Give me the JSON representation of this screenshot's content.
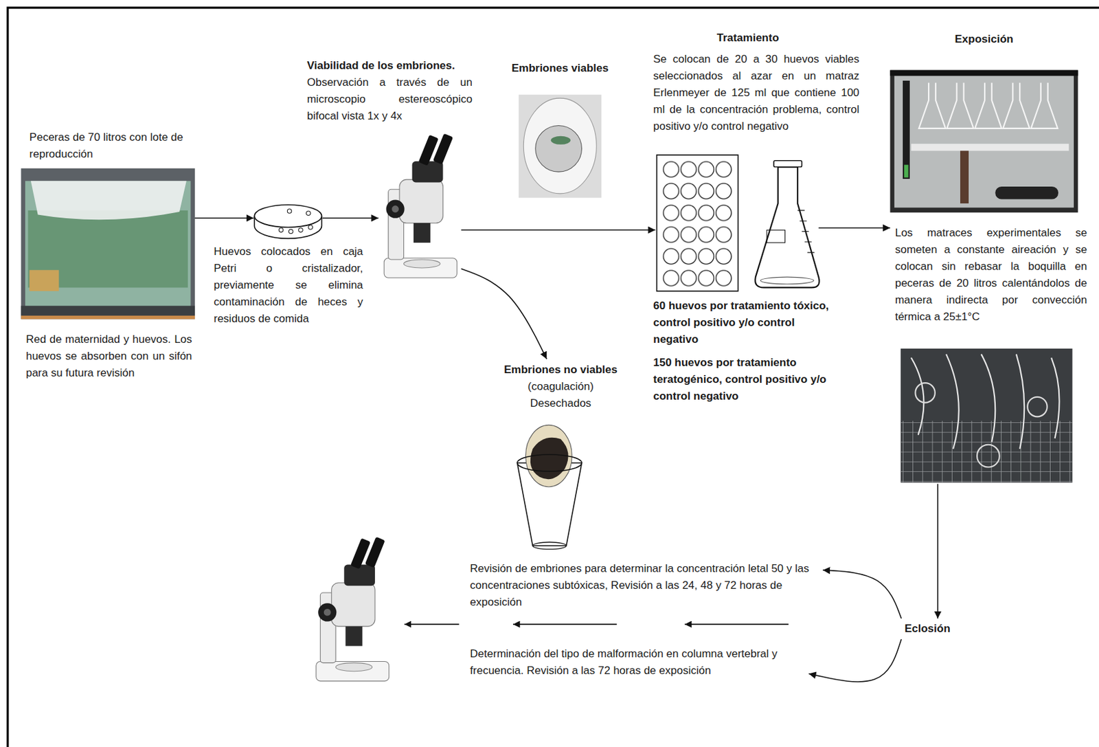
{
  "diagram": {
    "nodes": [
      {
        "text": [
          "Peceras de 70 litros con lote de reproducción",
          "Red de maternidad y huevos. Los huevos se absorben con un sifón para su futura revisión"
        ]
      },
      {
        "text": [
          "Huevos colocados en caja Petri o cristalizador, previamente se elimina contaminación de heces y residuos de comida"
        ]
      },
      {
        "text": [
          "Viabilidad de los embriones.",
          "Observación a través de un microscopio estereoscópico bifocal vista 1x y 4x"
        ]
      },
      {
        "text": [
          "Embriones viables"
        ]
      },
      {
        "text": [
          "Embriones no viables",
          "(coagulación)",
          "Desechados"
        ]
      },
      {
        "text": [
          "Tratamiento",
          "Se colocan de 20 a 30 huevos viables seleccionados al azar en un matraz Erlenmeyer de 125 ml que contiene 100 ml de la concentración problema, control positivo y/o control negativo",
          "60 huevos por tratamiento tóxico, control positivo y/o control negativo",
          "150 huevos por tratamiento teratogénico, control positivo y/o control negativo"
        ]
      },
      {
        "text": [
          "Exposición",
          "Los matraces experimentales se someten a constante aireación y se colocan sin rebasar la boquilla en peceras de 20 litros calentándolos de manera indirecta por convección térmica a 25±1°C"
        ]
      },
      {
        "text": [
          "Eclosión"
        ]
      },
      {
        "text": [
          "Revisión de embriones para determinar la concentración letal 50 y las concentraciones subtóxicas, Revisión a las 24, 48 y 72 horas de exposición"
        ]
      },
      {
        "text": [
          "Determinación del tipo de malformación en columna vertebral y frecuencia. Revisión a las 72 horas de exposición"
        ]
      }
    ],
    "edges": [
      {
        "from": 0,
        "to": 1,
        "arrow": "to"
      },
      {
        "from": 1,
        "to": 2,
        "arrow": "to"
      },
      {
        "from": 2,
        "to": 5,
        "arrow": "to"
      },
      {
        "from": 2,
        "to": 4,
        "arrow": "to"
      },
      {
        "from": 5,
        "to": 6,
        "arrow": "to"
      },
      {
        "from": 6,
        "to": 7,
        "arrow": "to"
      },
      {
        "from": 7,
        "to": 8,
        "arrow": "to"
      },
      {
        "from": 7,
        "to": 9,
        "arrow": "to"
      }
    ]
  }
}
